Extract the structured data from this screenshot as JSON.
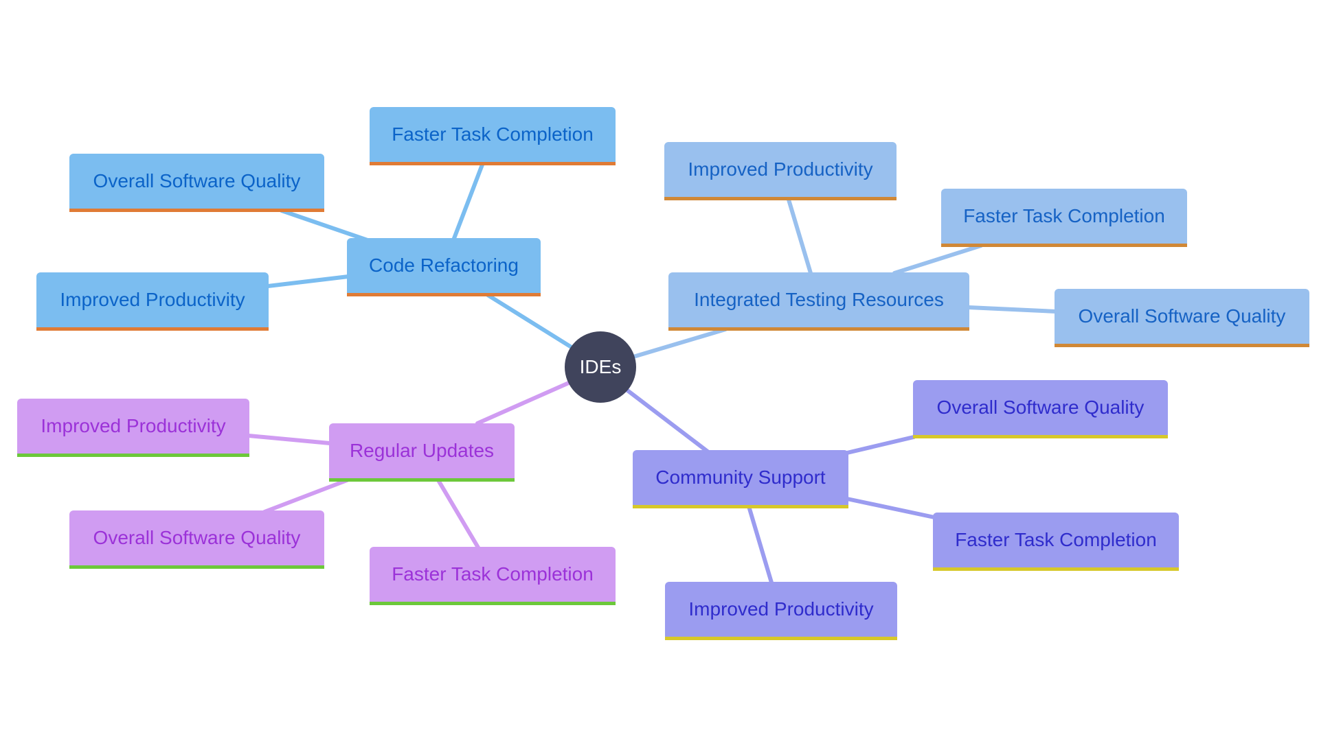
{
  "root": {
    "label": "IDEs"
  },
  "branches": {
    "code_refactoring": {
      "label": "Code Refactoring",
      "children": [
        "Faster Task Completion",
        "Overall Software Quality",
        "Improved Productivity"
      ]
    },
    "integrated_testing": {
      "label": "Integrated Testing Resources",
      "children": [
        "Improved Productivity",
        "Faster Task Completion",
        "Overall Software Quality"
      ]
    },
    "regular_updates": {
      "label": "Regular Updates",
      "children": [
        "Improved Productivity",
        "Overall Software Quality",
        "Faster Task Completion"
      ]
    },
    "community_support": {
      "label": "Community Support",
      "children": [
        "Overall Software Quality",
        "Faster Task Completion",
        "Improved Productivity"
      ]
    }
  },
  "colors": {
    "root_fill": "#40445c",
    "refactoring_fill": "#7bbdf0",
    "refactoring_text": "#0b63c8",
    "refactoring_underline": "#e07b35",
    "testing_fill": "#99c0ee",
    "testing_text": "#1662c4",
    "testing_underline": "#d08836",
    "updates_fill": "#d09cf2",
    "updates_text": "#9b32d8",
    "updates_underline": "#6cc83a",
    "community_fill": "#9b9cf0",
    "community_text": "#2f2ccc",
    "community_underline": "#d7c82a"
  }
}
